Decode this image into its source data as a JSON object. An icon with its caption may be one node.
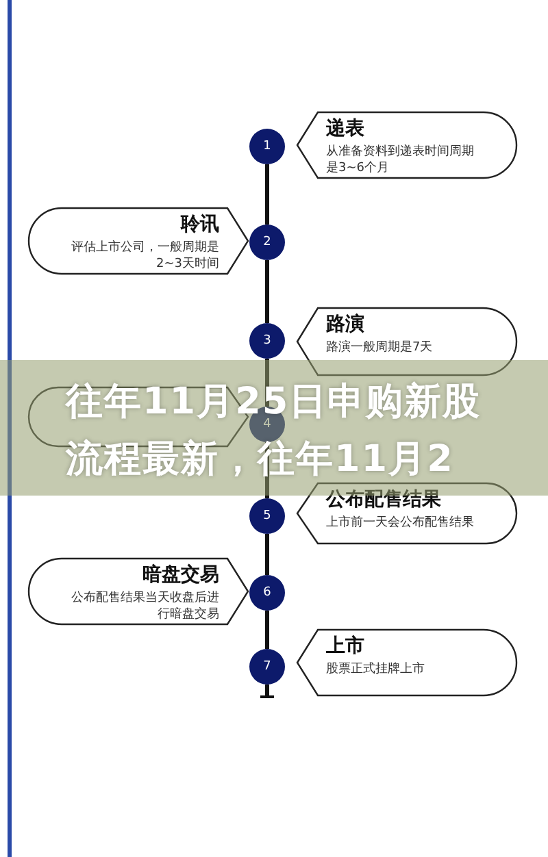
{
  "diagram": {
    "title": "往年11月25日申购新股流程最新，往年11月2",
    "nodes": [
      {
        "text": [
          "1"
        ]
      },
      {
        "text": [
          "递表",
          "从准备资料到递表时间周期是3~6个月"
        ]
      },
      {
        "text": [
          "聆讯",
          "评估上市公司，一般周期是2~3天时间"
        ]
      },
      {
        "text": [
          "2"
        ]
      },
      {
        "text": [
          "3"
        ]
      },
      {
        "text": [
          "路演",
          "路演一般周期是7天"
        ]
      },
      {
        "text": [],
        "shape": "box"
      },
      {
        "text": [
          "4"
        ]
      },
      {
        "text": [
          "5"
        ]
      },
      {
        "text": [
          "公布配售结果",
          "上市前一天会公布配售结果"
        ]
      },
      {
        "text": [
          "暗盘交易",
          "公布配售结果当天收盘后进行暗盘交易"
        ]
      },
      {
        "text": [
          "6"
        ]
      },
      {
        "text": [
          "7"
        ]
      },
      {
        "text": [
          "上市",
          "股票正式挂牌上市"
        ]
      }
    ],
    "edges": [
      {
        "from": 0,
        "to": 3,
        "arrow": "none"
      },
      {
        "from": 3,
        "to": 4,
        "arrow": "none"
      },
      {
        "from": 4,
        "to": 7,
        "arrow": "none"
      },
      {
        "from": 7,
        "to": 8,
        "arrow": "none"
      },
      {
        "from": 8,
        "to": 11,
        "arrow": "none"
      },
      {
        "from": 11,
        "to": 12,
        "arrow": "none"
      }
    ]
  }
}
